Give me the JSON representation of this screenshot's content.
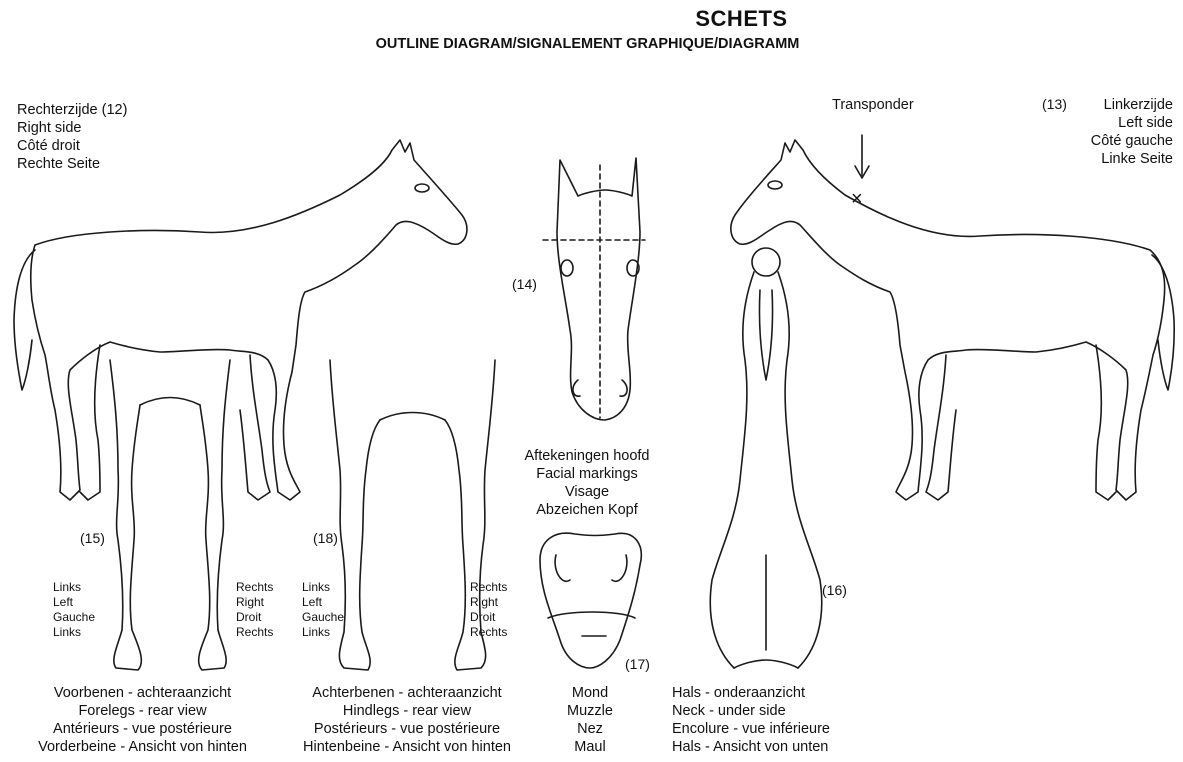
{
  "header": {
    "title": "SCHETS",
    "subtitle": "OUTLINE DIAGRAM/SIGNALEMENT GRAPHIQUE/DIAGRAMM"
  },
  "right_side": {
    "lines": [
      "Rechterzijde  (12)",
      "Right side",
      "Côté droit",
      "Rechte Seite"
    ]
  },
  "left_side": {
    "number": "(13)",
    "lines": [
      "Linkerzijde",
      "Left side",
      "Côté gauche",
      "Linke Seite"
    ]
  },
  "transponder": {
    "label": "Transponder",
    "mark": "×"
  },
  "head": {
    "number": "(14)",
    "caption": [
      "Aftekeningen hoofd",
      "Facial markings",
      "Visage",
      "Abzeichen Kopf"
    ]
  },
  "forelegs": {
    "number": "(15)",
    "left_labels": [
      "Links",
      "Left",
      "Gauche",
      "Links"
    ],
    "right_labels": [
      "Rechts",
      "Right",
      "Droit",
      "Rechts"
    ],
    "caption": [
      "Voorbenen - achteraanzicht",
      "Forelegs - rear view",
      "Antérieurs - vue postérieure",
      "Vorderbeine - Ansicht von hinten"
    ]
  },
  "hindlegs": {
    "number": "(18)",
    "left_labels": [
      "Links",
      "Left",
      "Gauche",
      "Links"
    ],
    "right_labels": [
      "Rechts",
      "Right",
      "Droit",
      "Rechts"
    ],
    "caption": [
      "Achterbenen - achteraanzicht",
      "Hindlegs - rear view",
      "Postérieurs - vue postérieure",
      "Hintenbeine - Ansicht von hinten"
    ]
  },
  "muzzle": {
    "number": "(17)",
    "caption": [
      "Mond",
      "Muzzle",
      "Nez",
      "Maul"
    ]
  },
  "neck": {
    "number": "(16)",
    "caption": [
      "Hals - onderaanzicht",
      "Neck - under side",
      "Encolure - vue inférieure",
      "Hals - Ansicht von unten"
    ]
  }
}
